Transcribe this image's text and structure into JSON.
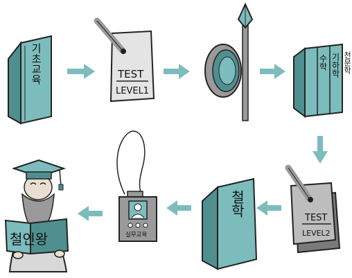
{
  "colors": {
    "teal": "#7dbcbc",
    "teal_dark": "#4f8f90",
    "paper": "#e4e4e4",
    "gray": "#9a9a9a",
    "dark": "#2b2b2b",
    "skin": "#eaded0"
  },
  "steps": [
    {
      "id": "basic-education-book",
      "text": "기초교육"
    },
    {
      "id": "test-level1-sheet",
      "line1": "TEST",
      "line2": "LEVEL1"
    },
    {
      "id": "shield-and-spear",
      "text": ""
    },
    {
      "id": "three-books",
      "books": [
        "수학",
        "기하학",
        "천문학"
      ]
    },
    {
      "id": "test-level2-sheet",
      "line1": "TEST",
      "line2": "LEVEL2"
    },
    {
      "id": "philosophy-book",
      "text": "철학"
    },
    {
      "id": "id-badge",
      "text": "실무교육"
    },
    {
      "id": "philosopher-king",
      "banner": "철인왕"
    }
  ],
  "icons": [
    "right-arrow-icon",
    "down-arrow-icon",
    "left-arrow-icon",
    "pen-icon",
    "shield-icon",
    "spear-icon",
    "graduation-cap-icon"
  ]
}
